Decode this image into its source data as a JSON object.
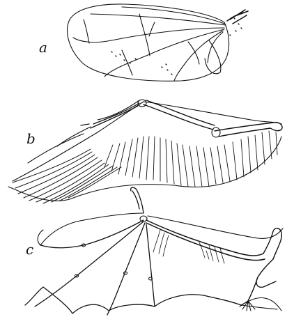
{
  "figure": {
    "labels": {
      "a": "a",
      "b": "b",
      "c": "c"
    },
    "drawings": {
      "a": "insect-wing",
      "b": "bird-wing",
      "c": "bat-wing"
    },
    "ink_color": "#111111",
    "background": "#ffffff"
  }
}
